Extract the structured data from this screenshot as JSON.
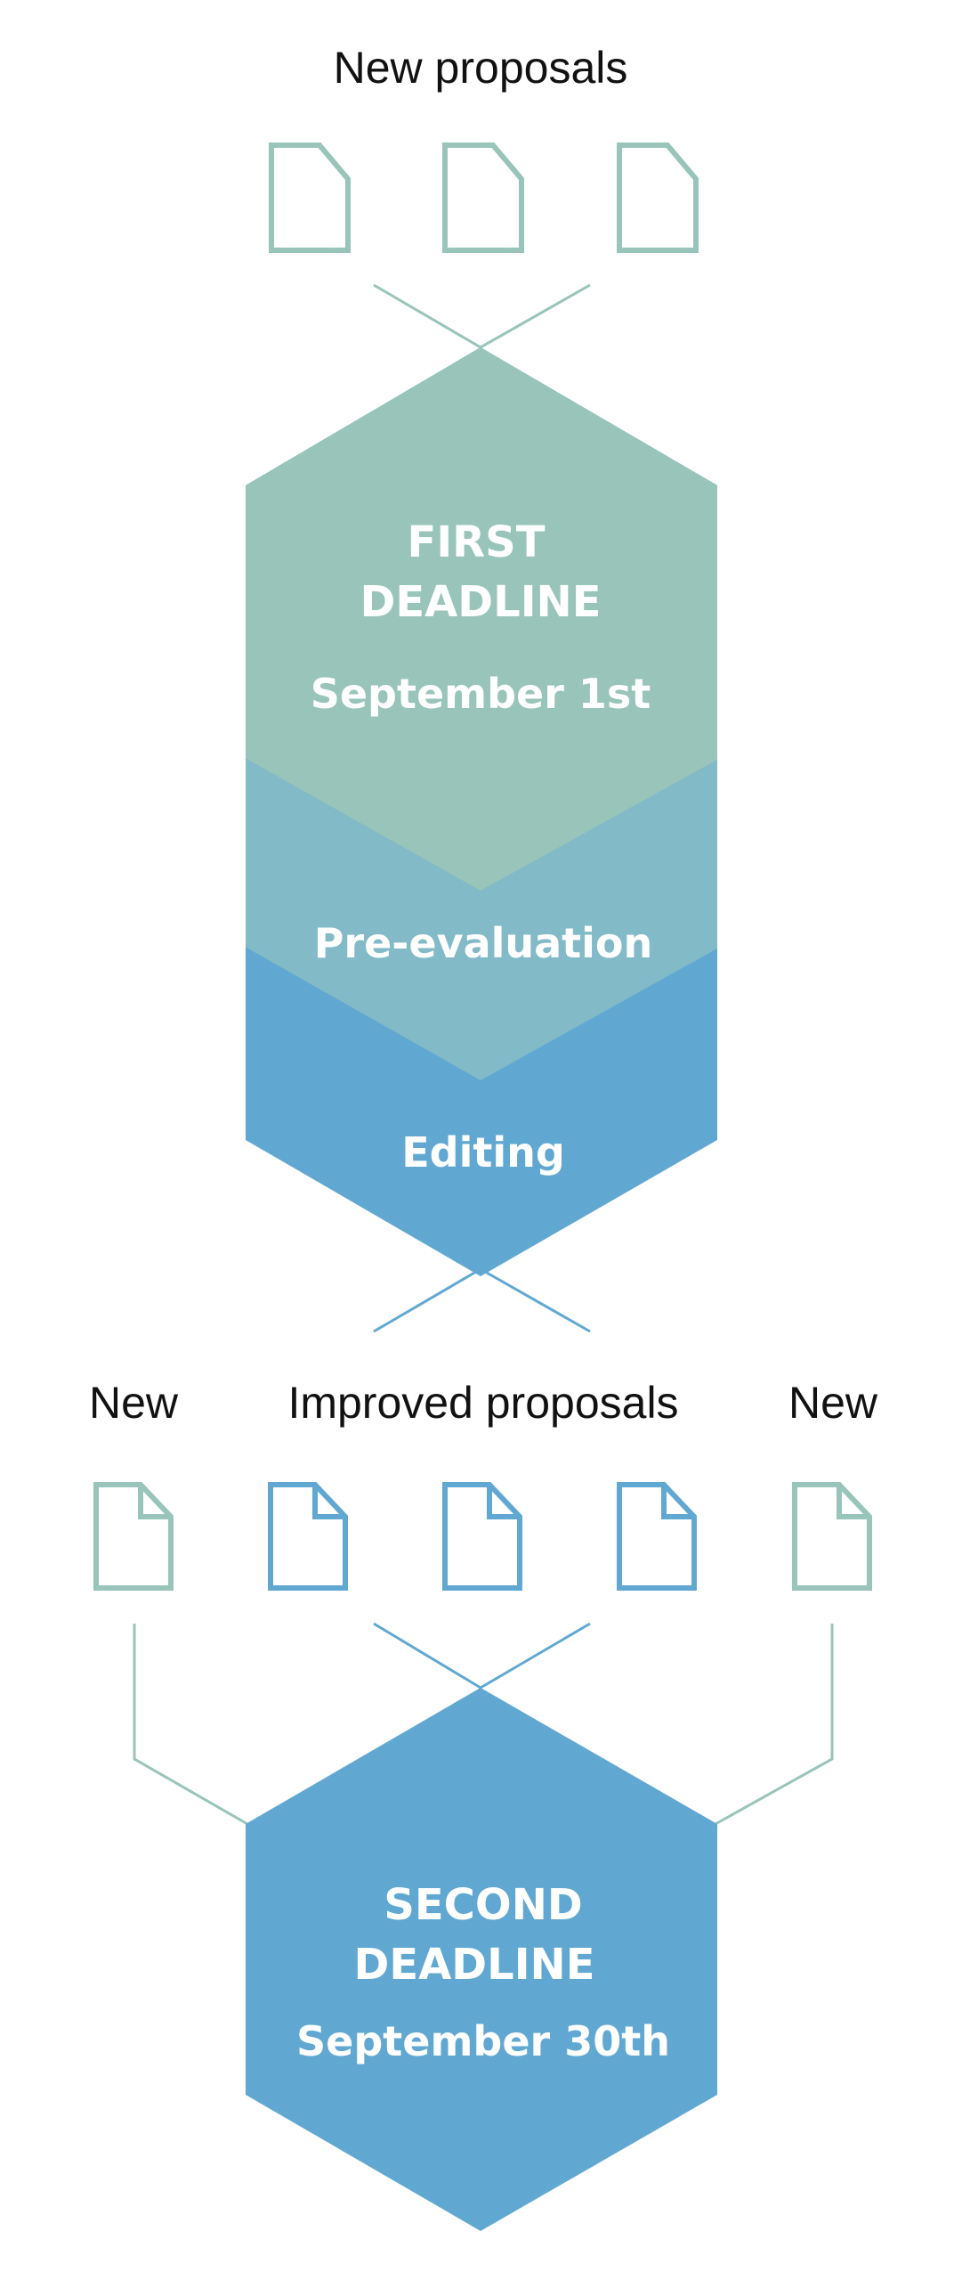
{
  "top": {
    "label": "New proposals"
  },
  "first_deadline": {
    "line1": "FIRST",
    "line2": "DEADLINE",
    "date": "September 1st"
  },
  "stages": {
    "pre_evaluation": "Pre-evaluation",
    "editing": "Editing"
  },
  "second_row": {
    "left_label": "New",
    "center_label": "Improved proposals",
    "right_label": "New"
  },
  "second_deadline": {
    "line1": "SECOND",
    "line2": "DEADLINE",
    "date": "September 30th"
  },
  "colors": {
    "green": "#98c4ba",
    "teal": "#82bac8",
    "blue": "#60a8d2",
    "white": "#ffffff"
  }
}
